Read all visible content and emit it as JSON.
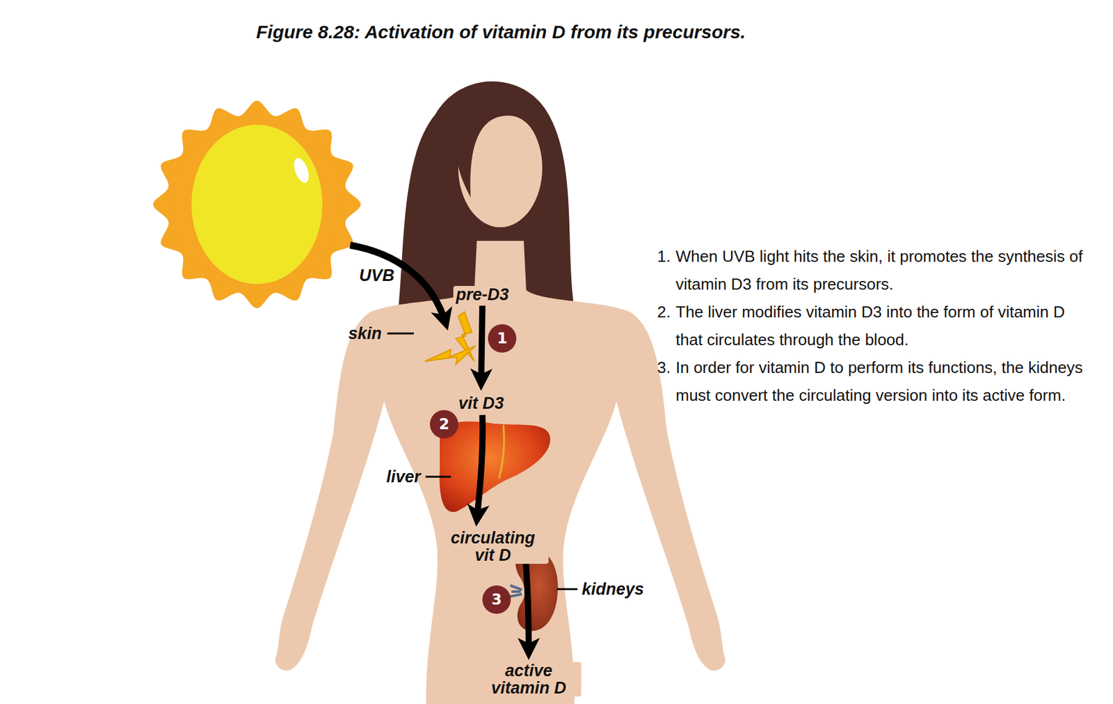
{
  "diagram": {
    "title": "Figure 8.28: Activation of vitamin D from its precursors.",
    "nodes": [
      {
        "text": [
          "1"
        ]
      },
      {
        "text": [
          "2"
        ]
      },
      {
        "text": [
          "3"
        ]
      }
    ],
    "labels": [
      "UVB",
      "skin",
      "pre-D3",
      "vit D3",
      "liver",
      "circulating vit D",
      "kidneys",
      "active vitamin D",
      "1.",
      "When UVB light hits the skin, it promotes the synthesis of vitamin D3 from its precursors.",
      "2.",
      "The liver modifies vitamin D3 into the form of vitamin D that circulates through the blood.",
      "3.",
      "In order for vitamin D to perform its functions, the kidneys must convert the circulating version into its active form."
    ]
  }
}
